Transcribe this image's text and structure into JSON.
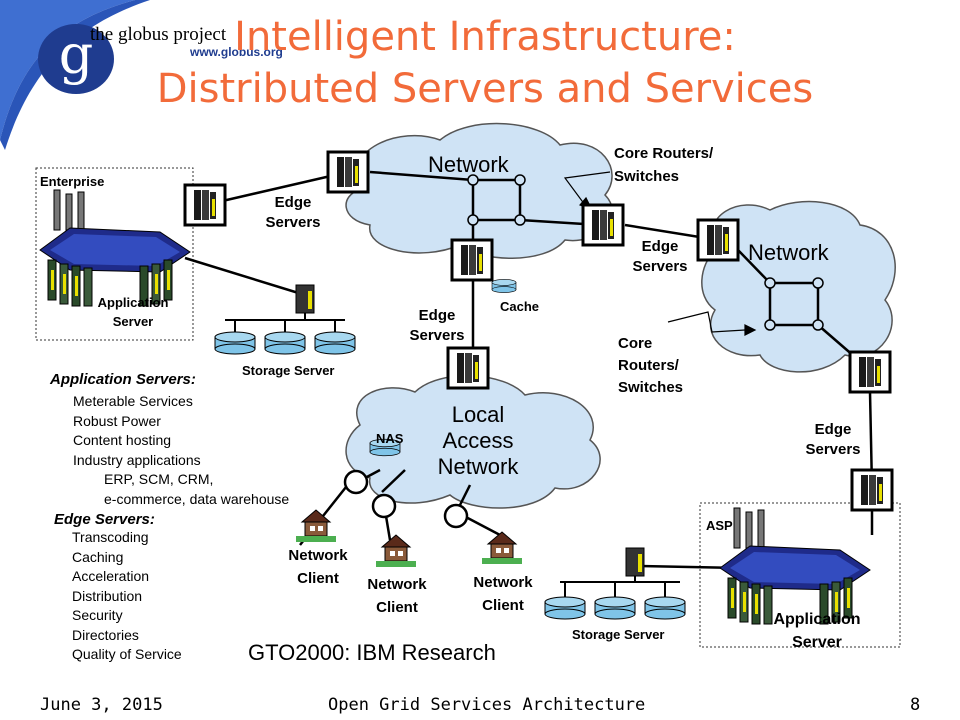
{
  "header": {
    "logo_letter": "g",
    "logo_name": "the globus project",
    "logo_url": "www.globus.org",
    "title_line1": "Intelligent Infrastructure:",
    "title_line2": "Distributed Servers and Services"
  },
  "diagram": {
    "network_top": "Network",
    "network_right": "Network",
    "local_access": [
      "Local",
      "Access",
      "Network"
    ],
    "core_routers_top": [
      "Core Routers/",
      "Switches"
    ],
    "core_routers_right": [
      "Core",
      "Routers/",
      "Switches"
    ],
    "edge_servers": [
      "Edge",
      "Servers"
    ],
    "cache": "Cache",
    "nas": "NAS",
    "enterprise": "Enterprise",
    "application_server": [
      "Application",
      "Server"
    ],
    "storage_server": "Storage Server",
    "network_client": [
      "Network",
      "Client"
    ],
    "asp": "ASP"
  },
  "lists": {
    "application_servers_heading": "Application Servers:",
    "application_servers_items": [
      "Meterable Services",
      "Robust Power",
      "Content hosting",
      "Industry applications"
    ],
    "application_servers_sub": [
      "ERP, SCM, CRM,",
      "e-commerce, data warehouse"
    ],
    "edge_servers_heading": "Edge Servers:",
    "edge_servers_items": [
      "Transcoding",
      "Caching",
      "Acceleration",
      "Distribution",
      "Security",
      "Directories",
      "Quality of Service"
    ]
  },
  "credit": "GTO2000: IBM Research",
  "footer": {
    "date": "June 3, 2015",
    "center": "Open Grid Services Architecture",
    "page": "8"
  },
  "colors": {
    "title": "#f26b3a",
    "logo_blue": "#1f3c8f",
    "cloud": "#cfe3f5",
    "disk": "#7fc4e8"
  }
}
